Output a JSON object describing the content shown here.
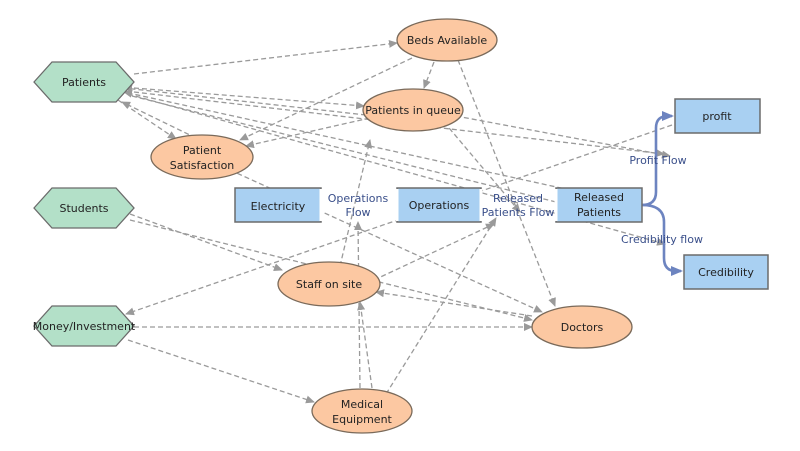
{
  "nodes": {
    "patients": "Patients",
    "students": "Students",
    "money": "Money/Investment",
    "beds": "Beds Available",
    "queue": "Patients in queue",
    "satisfaction": [
      "Patient",
      "Satisfaction"
    ],
    "staff": "Staff on site",
    "doctors": "Doctors",
    "equipment": [
      "Medical",
      "Equipment"
    ],
    "electricity": "Electricity",
    "operations": "Operations",
    "released": [
      "Released",
      "Patients"
    ],
    "profit": "profit",
    "credibility": "Credibility"
  },
  "flows": {
    "operations_flow": [
      "Operations",
      "Flow"
    ],
    "released_flow": [
      "Released",
      "Patients Flow"
    ],
    "profit_flow": "Profit Flow",
    "credibility_flow": "Credibility flow"
  },
  "colors": {
    "hexagon_fill": "#b3e0c8",
    "hexagon_stroke": "#6b6b6b",
    "ellipse_fill": "#fcc8a2",
    "ellipse_stroke": "#7a6a5a",
    "stock_fill": "#a9d0f2",
    "stock_stroke": "#6b6b6b",
    "flow_stroke": "#6d84c0",
    "link_stroke": "#9a9a9a"
  }
}
